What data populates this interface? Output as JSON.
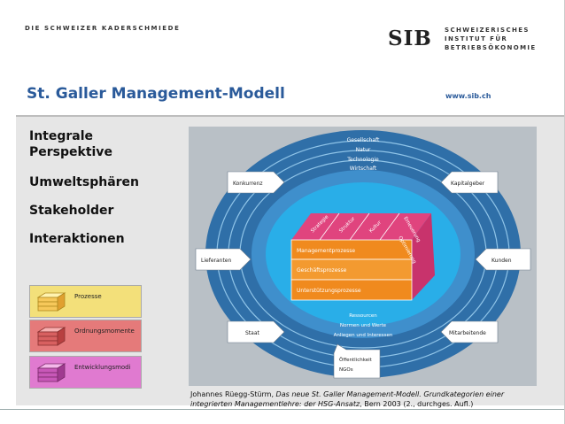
{
  "header": {
    "tagline": "DIE SCHWEIZER KADERSCHMIEDE",
    "logo": "SIB",
    "institute_line1": "SCHWEIZERISCHES",
    "institute_line2": "INSTITUT FÜR",
    "institute_line3": "BETRIEBSÖKONOMIE",
    "title": "St. Galler Management-Modell",
    "url": "www.sib.ch"
  },
  "keywords": [
    "Integrale",
    "Perspektive",
    "Umweltsphären",
    "Stakeholder",
    "Interaktionen"
  ],
  "legend": [
    {
      "label": "Prozesse",
      "color": "#f3e07a"
    },
    {
      "label": "Ordnungsmomente",
      "color": "#e57a7a"
    },
    {
      "label": "Entwicklungsmodi",
      "color": "#e07ad0"
    }
  ],
  "diagram": {
    "spheres": [
      "Gesellschaft",
      "Natur",
      "Technologie",
      "Wirtschaft"
    ],
    "stakeholders_left": [
      "Konkurrenz",
      "Lieferanten",
      "Staat"
    ],
    "stakeholders_right": [
      "Kapitalgeber",
      "Kunden",
      "Mitarbeitende"
    ],
    "stakeholder_bottom_line1": "Öffentlichkeit",
    "stakeholder_bottom_line2": "NGOs",
    "interaction_issues": [
      "Ressourcen",
      "Normen und Werte",
      "Anliegen und Interessen"
    ],
    "processes": [
      "Managementprozesse",
      "Geschäftsprozesse",
      "Unterstützungsprozesse"
    ],
    "structures": [
      "Strategie",
      "Struktur",
      "Kultur"
    ],
    "development": [
      "Erneuerung",
      "Optimierung"
    ]
  },
  "citation": {
    "author": "Johannes Rüegg-Stürm, ",
    "book": "Das neue St. Galler Management-Modell. Grundkategorien einer integrierten Managementlehre: der HSG-Ansatz",
    "rest": ", Bern 2003 (2., durchges. Aufl.)"
  },
  "colors": {
    "title_blue": "#2a5a9a",
    "ring_dark": "#2f6fa8",
    "ring_light": "#4ea3d8",
    "core": "#29aee8",
    "process_orange": "#f08a1e",
    "cube_top": "#e0447e",
    "cube_side": "#c0306a"
  }
}
